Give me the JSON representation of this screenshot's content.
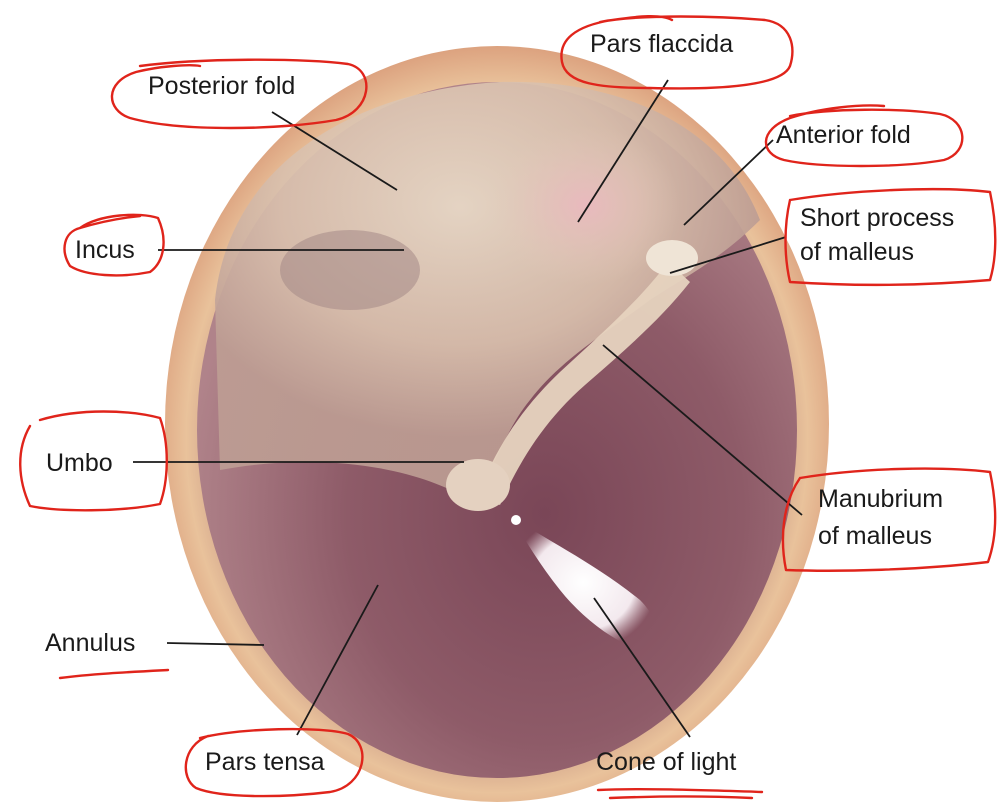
{
  "diagram": {
    "labels": {
      "pars_flaccida": "Pars flaccida",
      "posterior_fold": "Posterior fold",
      "anterior_fold": "Anterior fold",
      "short_process_line1": "Short process",
      "short_process_line2": "of malleus",
      "incus": "Incus",
      "umbo": "Umbo",
      "manubrium_line1": "Manubrium",
      "manubrium_line2": "of malleus",
      "annulus": "Annulus",
      "pars_tensa": "Pars tensa",
      "cone_of_light": "Cone of light"
    },
    "colors": {
      "annotation_ink": "#e0241b",
      "label_text": "#1a1a1a",
      "membrane_rim": "#e7b88f",
      "membrane_tensa": "#8a5a66",
      "membrane_flaccida": "#e3b8b8"
    }
  }
}
